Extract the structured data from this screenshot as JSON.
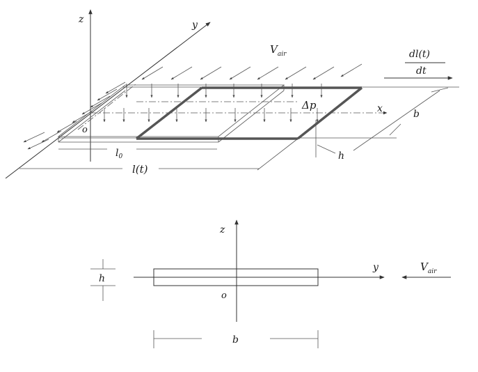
{
  "top_view": {
    "axis_z": "z",
    "axis_y": "y",
    "axis_x": "x",
    "origin": "o",
    "air_velocity": "V",
    "air_velocity_sub": "air",
    "pressure_diff": "Δp",
    "rate_numerator": "dl(t)",
    "rate_denominator": "dt",
    "width": "b",
    "thickness": "h",
    "initial_length": "l",
    "initial_length_sub": "0",
    "length": "l(t)"
  },
  "section_view": {
    "axis_z": "z",
    "axis_y": "y",
    "origin": "o",
    "thickness": "h",
    "width": "b",
    "air_velocity": "V",
    "air_velocity_sub": "air"
  }
}
